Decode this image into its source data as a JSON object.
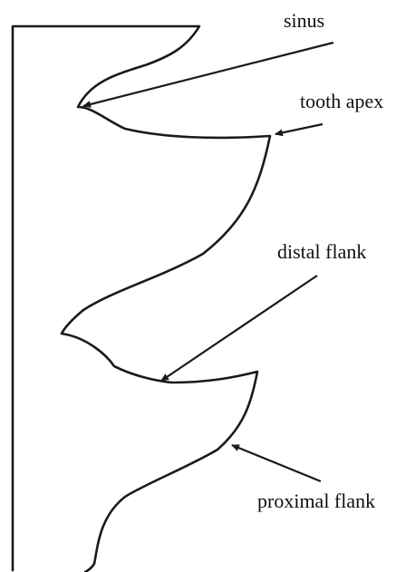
{
  "labels": {
    "sinus": "sinus",
    "tooth_apex": "tooth apex",
    "distal_flank": "distal flank",
    "proximal_flank": "proximal flank"
  },
  "colors": {
    "line": "#1a1a1a",
    "text": "#111111",
    "background": "#ffffff"
  }
}
